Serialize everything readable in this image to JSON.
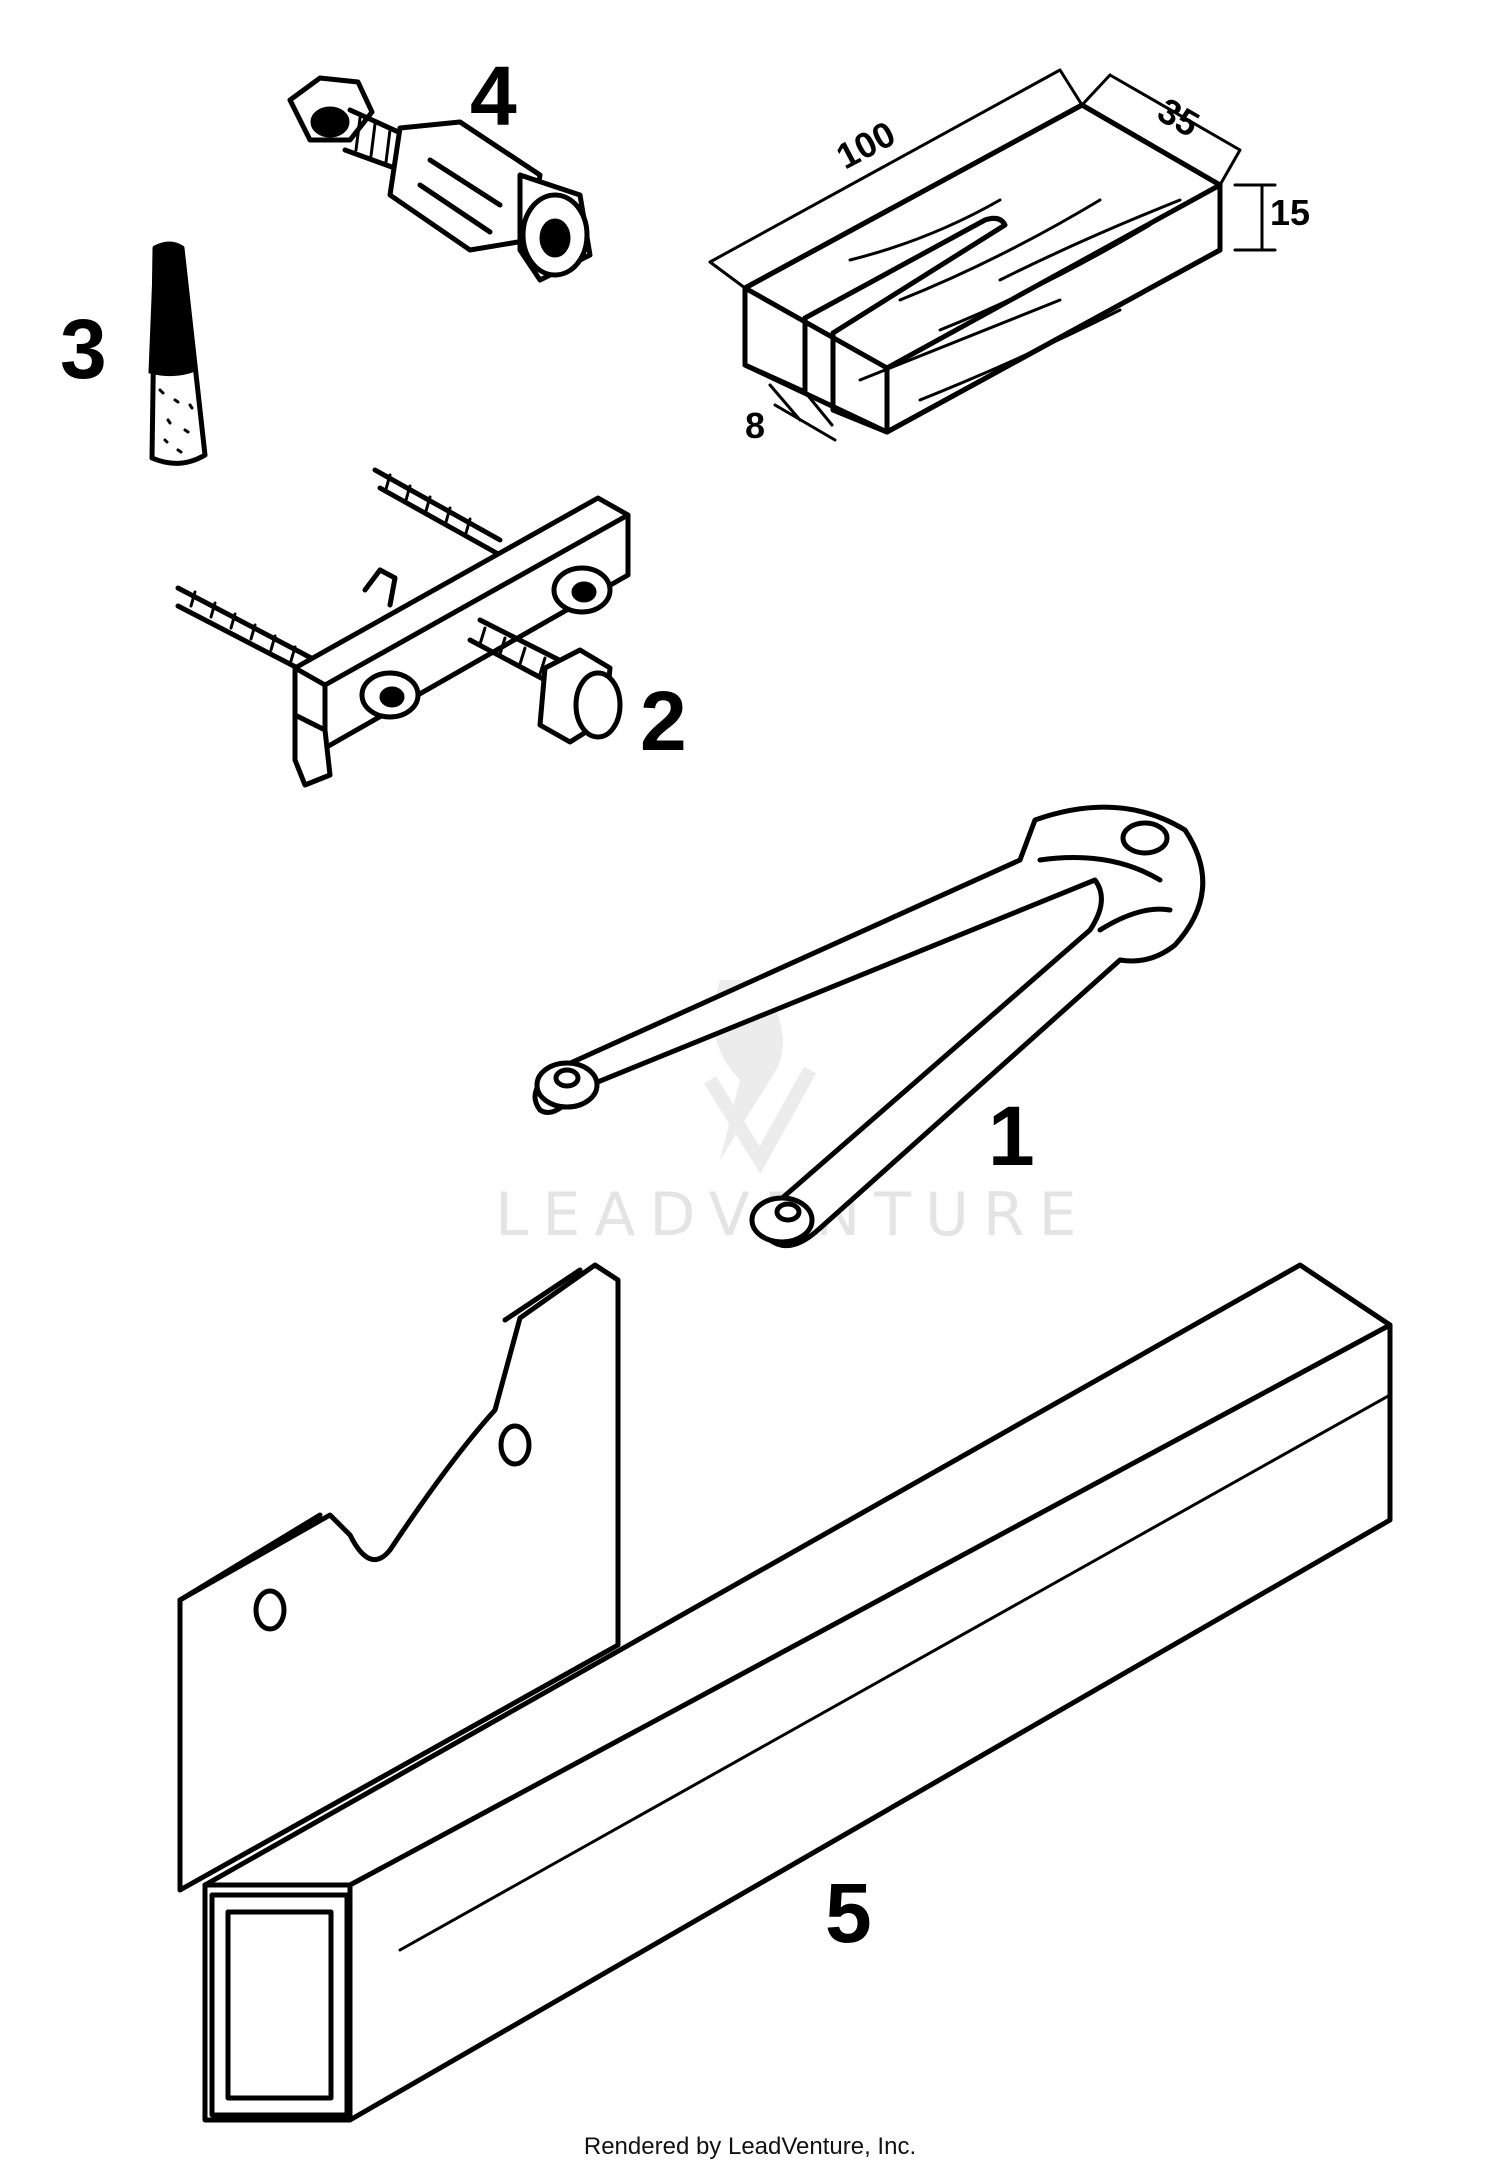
{
  "callouts": {
    "item1": "1",
    "item2": "2",
    "item3": "3",
    "item4": "4",
    "item5": "5"
  },
  "dimensions": {
    "length": "100",
    "width": "35",
    "height": "15",
    "slot": "8"
  },
  "watermark": "LEADVENTURE",
  "footer": "Rendered by LeadVenture, Inc."
}
